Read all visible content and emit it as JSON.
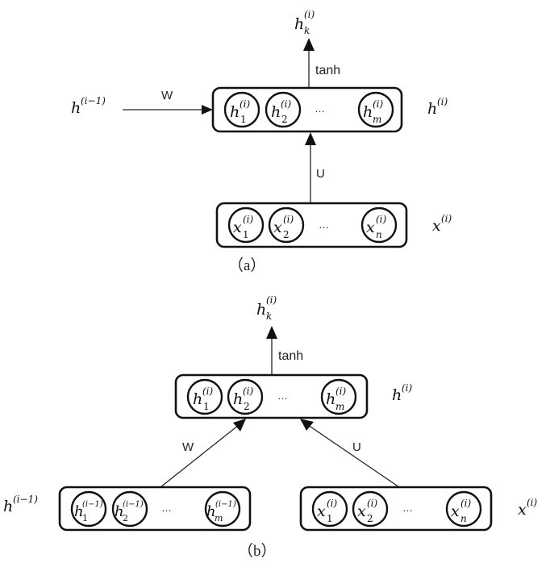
{
  "diagram": {
    "type": "neural-network-layer-diagram",
    "panels": [
      {
        "id": "a",
        "caption": "（a）",
        "output": {
          "base": "h",
          "sup": "(i)",
          "sub": "k"
        },
        "activation_label": "tanh",
        "hidden_layer": {
          "label": {
            "base": "h",
            "sup": "(i)"
          },
          "nodes": [
            {
              "base": "h",
              "sup": "(i)",
              "sub": "1"
            },
            {
              "base": "h",
              "sup": "(i)",
              "sub": "2"
            },
            {
              "base": "h",
              "sup": "(i)",
              "sub": "m"
            }
          ],
          "ellipsis": "…"
        },
        "input_layer": {
          "label": {
            "base": "x",
            "sup": "(i)"
          },
          "nodes": [
            {
              "base": "x",
              "sup": "(i)",
              "sub": "1"
            },
            {
              "base": "x",
              "sup": "(i)",
              "sub": "2"
            },
            {
              "base": "x",
              "sup": "(i)",
              "sub": "n"
            }
          ],
          "ellipsis": "…"
        },
        "previous_state": {
          "base": "h",
          "sup": "(i−1)"
        },
        "edges": [
          {
            "from": "previous_state",
            "to": "hidden_layer",
            "label": "W"
          },
          {
            "from": "input_layer",
            "to": "hidden_layer",
            "label": "U"
          },
          {
            "from": "hidden_layer",
            "to": "output",
            "label": "tanh"
          }
        ]
      },
      {
        "id": "b",
        "caption": "（b）",
        "output": {
          "base": "h",
          "sup": "(i)",
          "sub": "k"
        },
        "activation_label": "tanh",
        "hidden_layer": {
          "label": {
            "base": "h",
            "sup": "(i)"
          },
          "nodes": [
            {
              "base": "h",
              "sup": "(i)",
              "sub": "1"
            },
            {
              "base": "h",
              "sup": "(i)",
              "sub": "2"
            },
            {
              "base": "h",
              "sup": "(i)",
              "sub": "m"
            }
          ],
          "ellipsis": "…"
        },
        "previous_layer": {
          "label": {
            "base": "h",
            "sup": "(i−1)"
          },
          "nodes": [
            {
              "base": "h",
              "sup": "(i−1)",
              "sub": "1"
            },
            {
              "base": "h",
              "sup": "(i−1)",
              "sub": "2"
            },
            {
              "base": "h",
              "sup": "(i−1)",
              "sub": "m"
            }
          ],
          "ellipsis": "…"
        },
        "input_layer": {
          "label": {
            "base": "x",
            "sup": "(i)"
          },
          "nodes": [
            {
              "base": "x",
              "sup": "(i)",
              "sub": "1"
            },
            {
              "base": "x",
              "sup": "(i)",
              "sub": "2"
            },
            {
              "base": "x",
              "sup": "(i)",
              "sub": "n"
            }
          ],
          "ellipsis": "…"
        },
        "edges": [
          {
            "from": "previous_layer",
            "to": "hidden_layer",
            "label": "W"
          },
          {
            "from": "input_layer",
            "to": "hidden_layer",
            "label": "U"
          },
          {
            "from": "hidden_layer",
            "to": "output",
            "label": "tanh"
          }
        ]
      }
    ]
  }
}
